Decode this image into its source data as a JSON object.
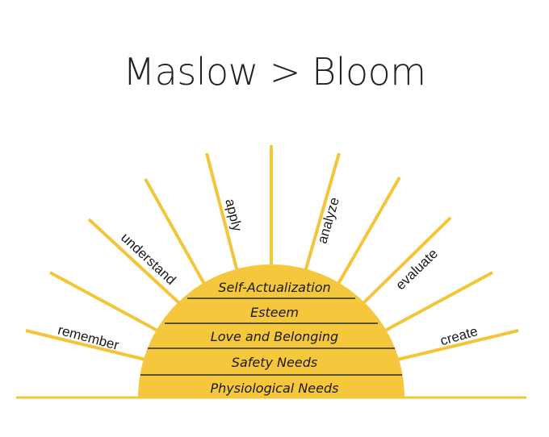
{
  "title": "Maslow > Bloom",
  "colors": {
    "sun": "#f5c73d",
    "ray": "#f2c638",
    "text": "#1a1a1a"
  },
  "maslow_levels": [
    "Self-Actualization",
    "Esteem",
    "Love and Belonging",
    "Safety Needs",
    "Physiological Needs"
  ],
  "bloom_levels": [
    "remember",
    "understand",
    "apply",
    "analyze",
    "evaluate",
    "create"
  ]
}
